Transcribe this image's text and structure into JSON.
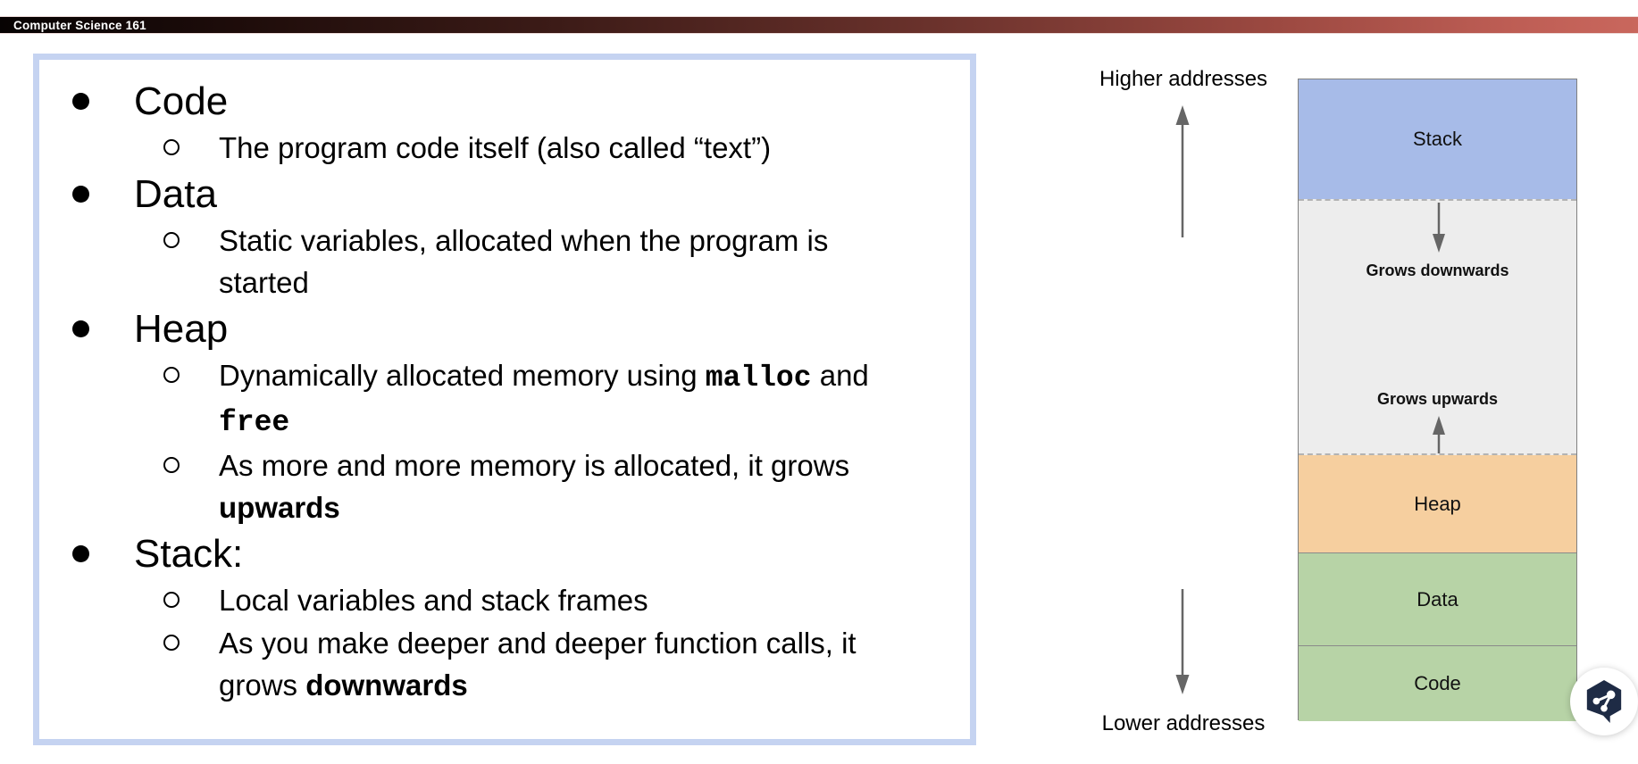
{
  "header": {
    "title": "Computer Science 161",
    "bar_gradient_start": "#070303",
    "bar_gradient_end": "#c9675d"
  },
  "slide": {
    "box_border_color": "#c5d3f1",
    "bullets": [
      {
        "level": 1,
        "runs": [
          {
            "style": "normal",
            "text": "Code"
          }
        ]
      },
      {
        "level": 2,
        "runs": [
          {
            "style": "normal",
            "text": "The program code itself (also called “text”)"
          }
        ]
      },
      {
        "level": 1,
        "runs": [
          {
            "style": "normal",
            "text": "Data"
          }
        ]
      },
      {
        "level": 2,
        "runs": [
          {
            "style": "normal",
            "text": "Static variables, allocated when the program is started"
          }
        ]
      },
      {
        "level": 1,
        "runs": [
          {
            "style": "normal",
            "text": "Heap"
          }
        ]
      },
      {
        "level": 2,
        "runs": [
          {
            "style": "normal",
            "text": "Dynamically allocated memory using "
          },
          {
            "style": "code",
            "text": "malloc"
          },
          {
            "style": "normal",
            "text": " and "
          },
          {
            "style": "code",
            "text": "free"
          }
        ]
      },
      {
        "level": 2,
        "runs": [
          {
            "style": "normal",
            "text": "As more and more memory is allocated, it grows "
          },
          {
            "style": "bold",
            "text": "upwards"
          }
        ]
      },
      {
        "level": 1,
        "runs": [
          {
            "style": "normal",
            "text": "Stack:"
          }
        ]
      },
      {
        "level": 2,
        "runs": [
          {
            "style": "normal",
            "text": "Local variables and stack frames"
          }
        ]
      },
      {
        "level": 2,
        "runs": [
          {
            "style": "normal",
            "text": "As you make deeper and deeper function calls, it grows "
          },
          {
            "style": "bold",
            "text": "downwards"
          }
        ]
      }
    ]
  },
  "diagram": {
    "higher_label": "Higher addresses",
    "lower_label": "Lower addresses",
    "grows_down_label": "Grows downwards",
    "grows_up_label": "Grows upwards",
    "arrow_color": "#666666",
    "segments": [
      {
        "label": "Stack",
        "color": "#a7bbe8"
      },
      {
        "label": "",
        "color": "#ededed"
      },
      {
        "label": "Heap",
        "color": "#f6cf9f"
      },
      {
        "label": "Data",
        "color": "#b7d3a6"
      },
      {
        "label": "Code",
        "color": "#b7d3a6"
      }
    ]
  },
  "badge": {
    "icon": "share-hexagon-icon",
    "bubble_color": "#1e2b45",
    "circle_color": "#ffffff"
  }
}
